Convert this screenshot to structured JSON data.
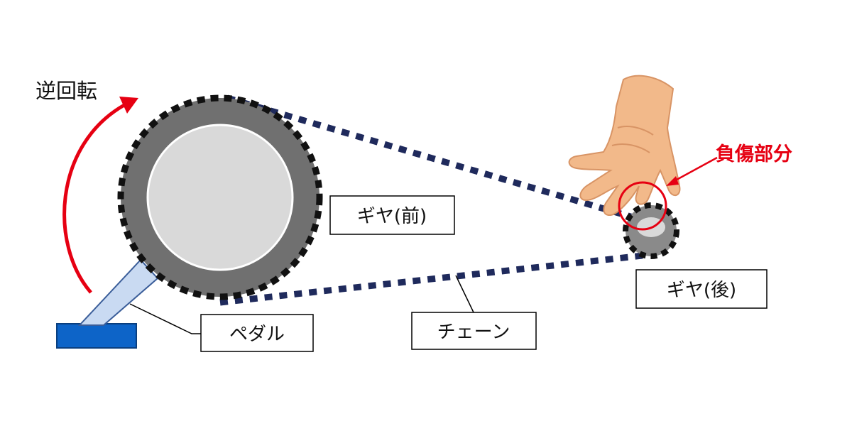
{
  "labels": {
    "reverse_rotation": "逆回転",
    "injury_part": "負傷部分",
    "front_gear": "ギヤ(前)",
    "rear_gear": "ギヤ(後)",
    "pedal": "ペダル",
    "chain": "チェーン"
  },
  "colors": {
    "accent_red": "#e60012",
    "chain_navy": "#1f2a5c",
    "gear_ring": "#707070",
    "gear_hub": "#d9d9d9",
    "pedal_blue": "#0d64c8",
    "crank_blue": "#c9daf2",
    "skin": "#f2b98a"
  },
  "icons": {
    "hand": "hand-icon",
    "arrow": "curved-arrow-icon"
  }
}
